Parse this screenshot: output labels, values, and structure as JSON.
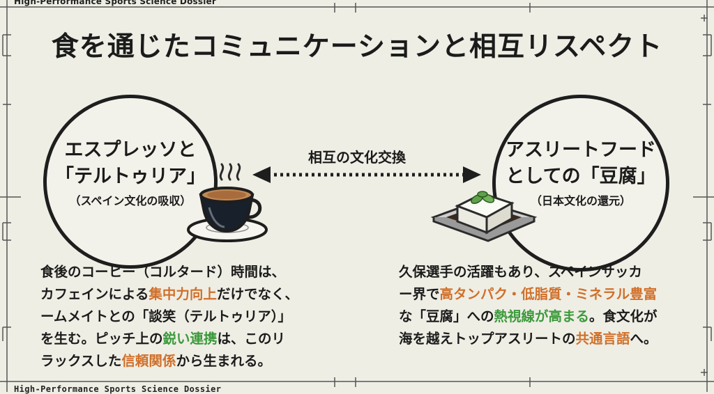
{
  "header": {
    "label": "High-Performance Sports Science Dossier"
  },
  "footer": {
    "label": "High-Performance Sports Science Dossier"
  },
  "title": "食を通じたコミュニケーションと相互リスペクト",
  "left_circle": {
    "line1": "エスプレッソと",
    "line2": "「テルトゥリア」",
    "line3": "（スペイン文化の吸収）"
  },
  "right_circle": {
    "line1": "アスリートフード",
    "line2": "としての「豆腐」",
    "line3": "（日本文化の還元）"
  },
  "exchange_label": "相互の文化交換",
  "left_text": {
    "l1": "食後のコーヒー（コルタード）時間は、",
    "l2_a": "カフェインによる",
    "l2_b": "集中力向上",
    "l2_c": "だけでなく、",
    "l3": "ームメイトとの「談笑（テルトゥリア）」",
    "l4_a": "を生む。ピッチ上の",
    "l4_b": "鋭い連携",
    "l4_c": "は、このリ",
    "l5_a": "ラックスした",
    "l5_b": "信頼関係",
    "l5_c": "から生まれる。"
  },
  "right_text": {
    "l1": "久保選手の活躍もあり、スペインサッカ",
    "l2_a": "ー界で",
    "l2_b": "高タンパク・低脂質・ミネラル豊富",
    "l3_a": "な「豆腐」への",
    "l3_b": "熱視線が高まる",
    "l3_c": "。食文化が",
    "l4_a": "海を越えトップアスリートの",
    "l4_b": "共通言語",
    "l4_c": "へ。"
  },
  "colors": {
    "background": "#efeee5",
    "ink": "#1b1b1b",
    "highlight_orange": "#d0702a",
    "highlight_green": "#3c9a3c",
    "coffee": "#6b3a1f"
  },
  "icons": [
    "coffee-cup-icon",
    "tofu-plate-icon",
    "steam-icon",
    "basil-leaf-icon",
    "double-arrow-icon"
  ]
}
